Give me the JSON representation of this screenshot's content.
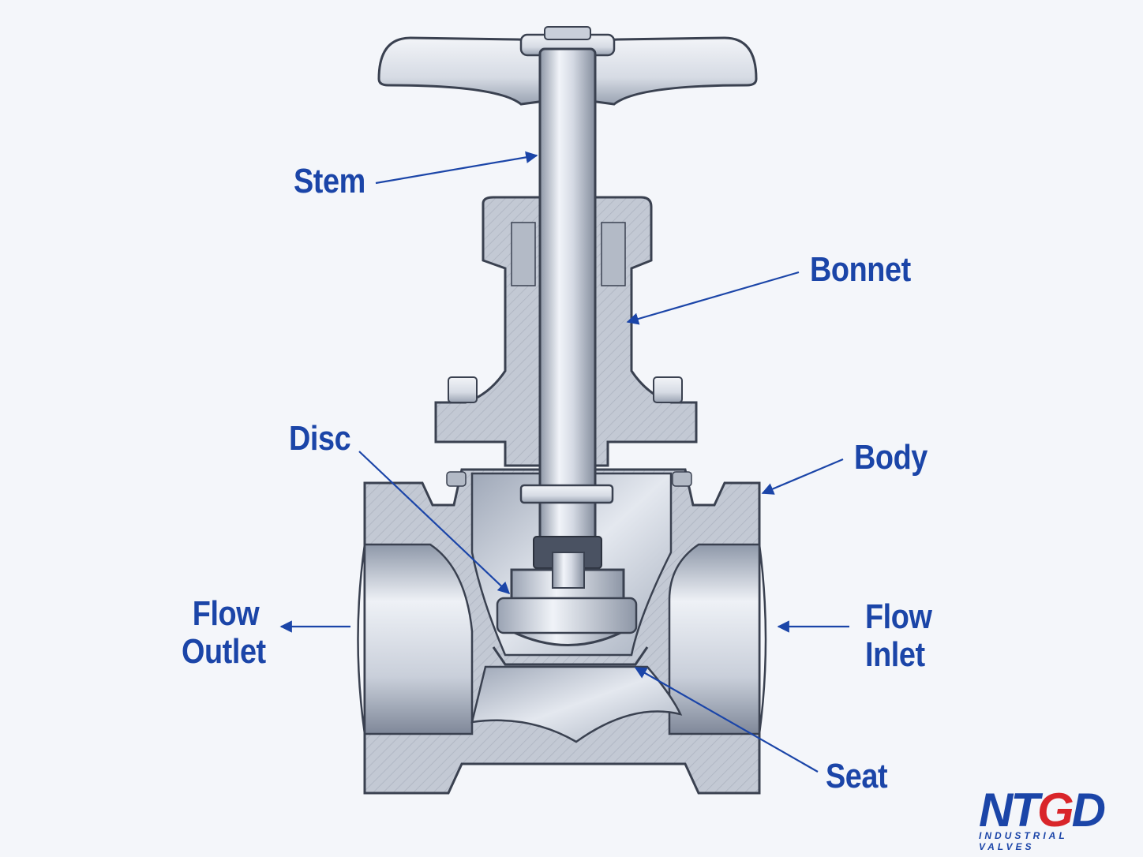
{
  "labels": {
    "stem": "Stem",
    "bonnet": "Bonnet",
    "disc": "Disc",
    "body": "Body",
    "flow_outlet_line1": "Flow",
    "flow_outlet_line2": "Outlet",
    "flow_inlet_line1": "Flow",
    "flow_inlet_line2": "Inlet",
    "seat": "Seat"
  },
  "logo": {
    "mark_a": "NT",
    "mark_b": "G",
    "mark_c": "D",
    "subtitle": "INDUSTRIAL VALVES"
  },
  "colors": {
    "label": "#1b45a8",
    "arrow": "#1b45a8",
    "metal_light": "#e3e7ef",
    "metal_mid": "#b9c1cf",
    "metal_dark": "#7d8798",
    "outline": "#3a4150",
    "logo_accent": "#d9252a"
  }
}
